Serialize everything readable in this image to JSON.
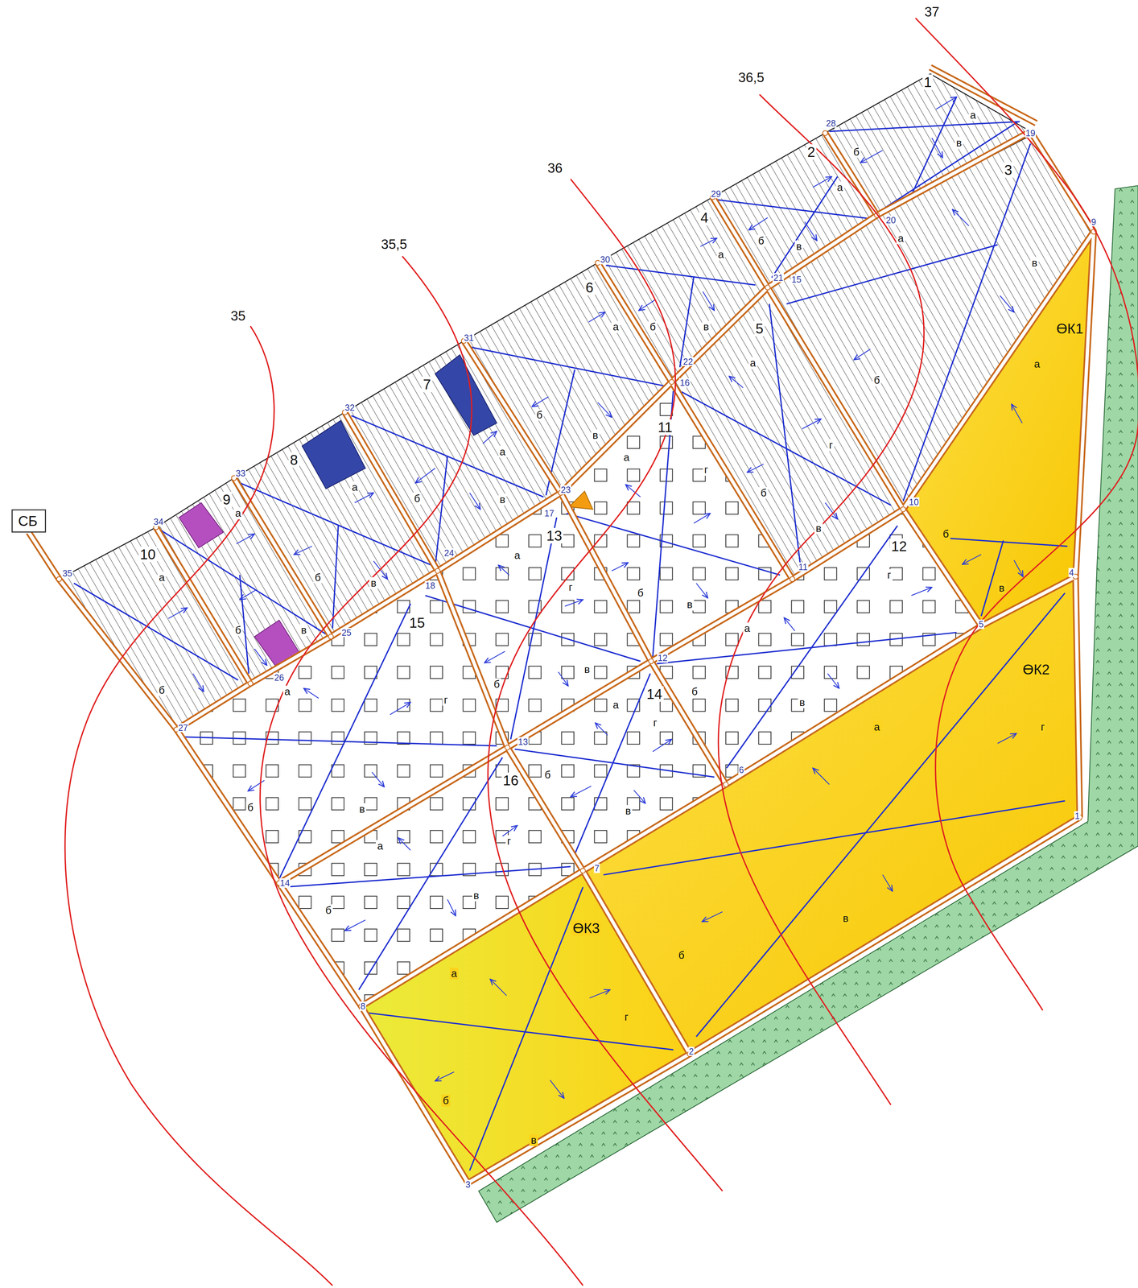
{
  "diagram": {
    "nodes": [
      {
        "text": [
          "СБ"
        ]
      }
    ],
    "labels": [
      "37",
      "36,5",
      "36",
      "35,5",
      "35",
      "1",
      "а",
      "б",
      "в",
      "2",
      "а",
      "б",
      "в",
      "3",
      "а",
      "в",
      "б",
      "4",
      "а",
      "б",
      "в",
      "5",
      "а",
      "г",
      "б",
      "в",
      "6",
      "а",
      "б",
      "в",
      "7",
      "а",
      "б",
      "в",
      "8",
      "а",
      "б",
      "в",
      "9",
      "а",
      "б",
      "в",
      "10",
      "а",
      "б",
      "11",
      "а",
      "г",
      "б",
      "в",
      "12",
      "г",
      "а",
      "в",
      "б",
      "13",
      "а",
      "г",
      "б",
      "в",
      "14",
      "а",
      "г",
      "б",
      "в",
      "15",
      "а",
      "г",
      "б",
      "в",
      "16",
      "а",
      "г",
      "б",
      "в",
      "ӨК1",
      "а",
      "б",
      "в",
      "ӨК2",
      "а",
      "г",
      "б",
      "в",
      "ӨК3",
      "а",
      "г",
      "б",
      "в",
      "28",
      "19",
      "20",
      "29",
      "21",
      "15",
      "30",
      "22",
      "16",
      "31",
      "23",
      "17",
      "32",
      "24",
      "18",
      "33",
      "25",
      "34",
      "26",
      "35",
      "27",
      "10",
      "11",
      "12",
      "13",
      "14",
      "6",
      "7",
      "8",
      "3",
      "2",
      "9",
      "4",
      "5",
      "1"
    ]
  }
}
